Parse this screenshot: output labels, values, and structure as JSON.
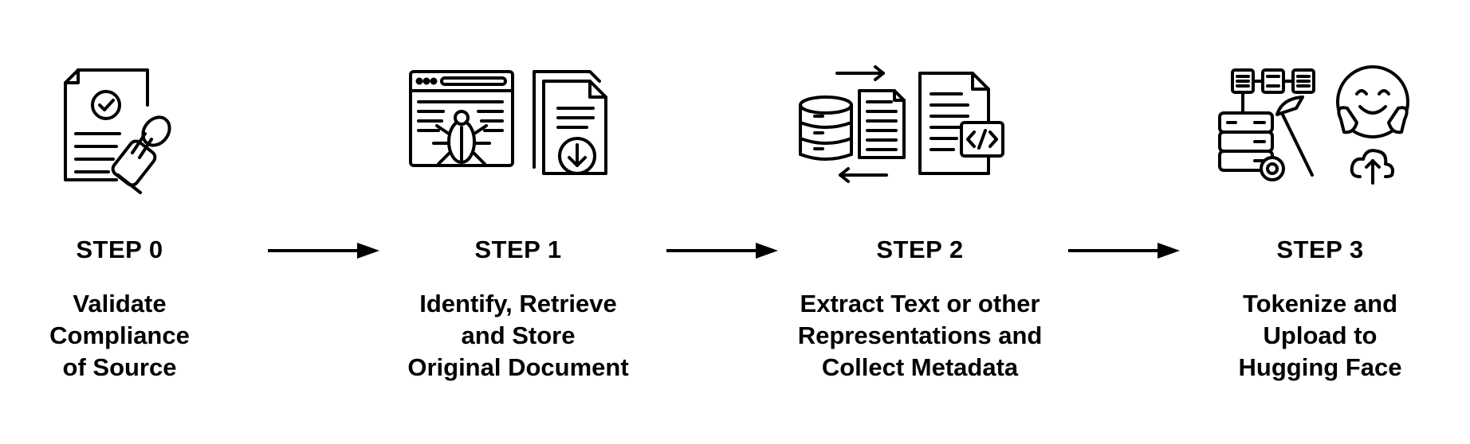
{
  "steps": [
    {
      "label": "STEP 0",
      "description": [
        "Validate",
        "Compliance",
        "of Source"
      ],
      "icons": [
        "compliance-document-icon",
        "stamp-icon"
      ]
    },
    {
      "label": "STEP 1",
      "description": [
        "Identify, Retrieve",
        "and Store",
        "Original Document"
      ],
      "icons": [
        "web-crawler-icon",
        "download-document-icon"
      ]
    },
    {
      "label": "STEP 2",
      "description": [
        "Extract Text or other",
        "Representations and",
        "Collect Metadata"
      ],
      "icons": [
        "database-transfer-icon",
        "code-document-icon"
      ]
    },
    {
      "label": "STEP 3",
      "description": [
        "Tokenize and",
        "Upload to",
        "Hugging Face"
      ],
      "icons": [
        "tokenizer-server-icon",
        "hugging-face-icon",
        "cloud-upload-icon"
      ]
    }
  ],
  "colors": {
    "foreground": "#000000",
    "background": "#ffffff"
  }
}
